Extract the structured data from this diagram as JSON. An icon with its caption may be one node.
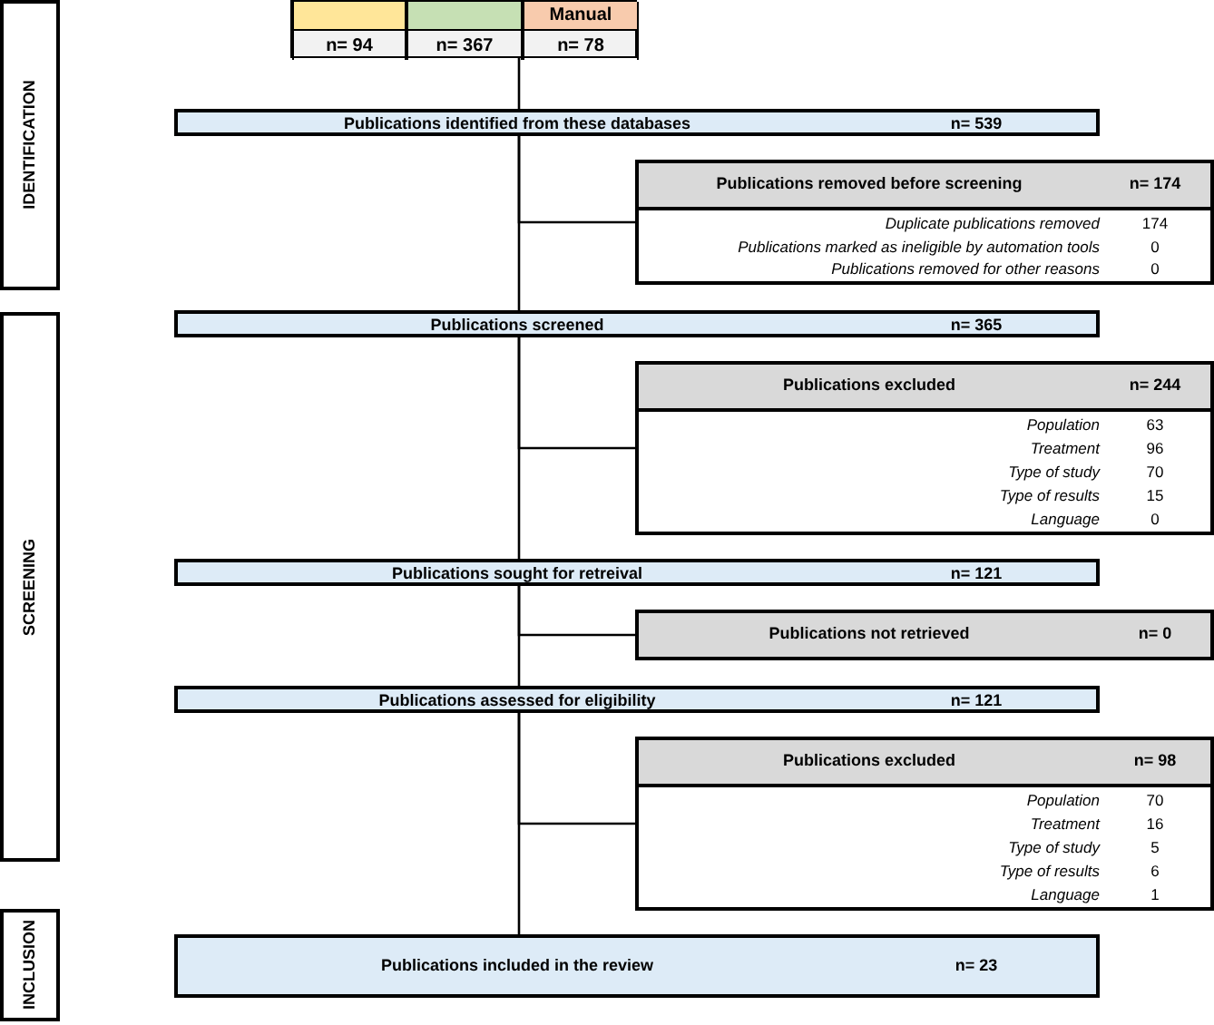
{
  "diagram": {
    "nodes": [
      {
        "text": [
          "IDENTIFICATION"
        ]
      },
      {
        "text": [
          "SCREENING"
        ]
      },
      {
        "text": [
          "INCLUSION"
        ]
      },
      {
        "text": [],
        "shape": "box"
      },
      {
        "text": [
          "n= 94"
        ],
        "in": 3
      },
      {
        "text": [
          "n= 367"
        ],
        "in": 3
      },
      {
        "text": [
          "Manual",
          "n= 78"
        ],
        "in": 3
      },
      {
        "text": [
          "Publications identified from these databases",
          "n= 539"
        ]
      },
      {
        "text": [
          "Publications removed before screening",
          "n= 174",
          "Duplicate publications removed",
          "174",
          "Publications marked as ineligible by automation tools",
          "0",
          "Publications removed for other reasons",
          "0"
        ]
      },
      {
        "text": [
          "Publications screened",
          "n= 365"
        ]
      },
      {
        "text": [
          "Publications excluded",
          "n= 244",
          "Population",
          "63",
          "Treatment",
          "96",
          "Type of study",
          "70",
          "Type of results",
          "15",
          "Language",
          "0"
        ]
      },
      {
        "text": [
          "Publications sought for retreival",
          "n= 121"
        ]
      },
      {
        "text": [
          "Publications not retrieved",
          "n= 0"
        ]
      },
      {
        "text": [
          "Publications assessed for eligibility",
          "n= 121"
        ]
      },
      {
        "text": [
          "Publications excluded",
          "n= 98",
          "Population",
          "70",
          "Treatment",
          "16",
          "Type of study",
          "5",
          "Type of results",
          "6",
          "Language",
          "1"
        ]
      },
      {
        "text": [
          "Publications included in the review",
          "n= 23"
        ]
      }
    ],
    "edges": [
      {
        "from": 3,
        "to": 7,
        "arrow": "none"
      },
      {
        "from": 7,
        "to": 8,
        "arrow": "none"
      },
      {
        "from": 7,
        "to": 9,
        "arrow": "none"
      },
      {
        "from": 9,
        "to": 10,
        "arrow": "none"
      },
      {
        "from": 9,
        "to": 11,
        "arrow": "none"
      },
      {
        "from": 11,
        "to": 12,
        "arrow": "none"
      },
      {
        "from": 11,
        "to": 13,
        "arrow": "none"
      },
      {
        "from": 13,
        "to": 14,
        "arrow": "none"
      },
      {
        "from": 13,
        "to": 15,
        "arrow": "none"
      }
    ]
  }
}
